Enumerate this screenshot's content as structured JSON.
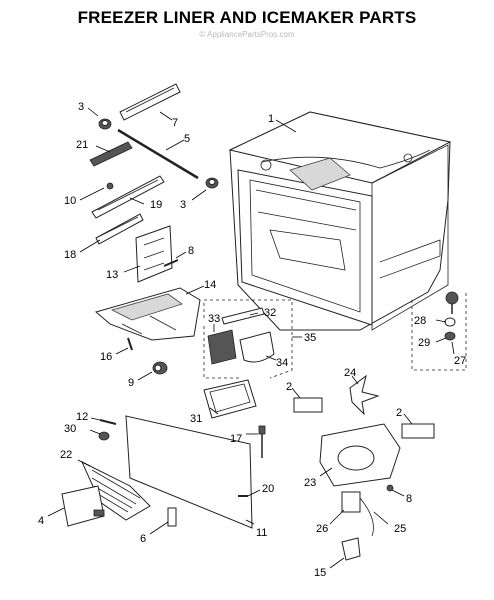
{
  "title": "FREEZER LINER AND ICEMAKER PARTS",
  "watermark": "© AppliancePartsPros.com",
  "callouts": {
    "c1": "1",
    "c2a": "2",
    "c2b": "2",
    "c3a": "3",
    "c3b": "3",
    "c4": "4",
    "c5": "5",
    "c6": "6",
    "c7": "7",
    "c8a": "8",
    "c8b": "8",
    "c9": "9",
    "c10": "10",
    "c11": "11",
    "c12": "12",
    "c13": "13",
    "c14": "14",
    "c15": "15",
    "c16": "16",
    "c17": "17",
    "c18": "18",
    "c19": "19",
    "c20": "20",
    "c21": "21",
    "c22": "22",
    "c23": "23",
    "c24": "24",
    "c25": "25",
    "c26": "26",
    "c27": "27",
    "c28": "28",
    "c29": "29",
    "c30": "30",
    "c31": "31",
    "c32": "32",
    "c33": "33",
    "c34": "34",
    "c35": "35"
  }
}
